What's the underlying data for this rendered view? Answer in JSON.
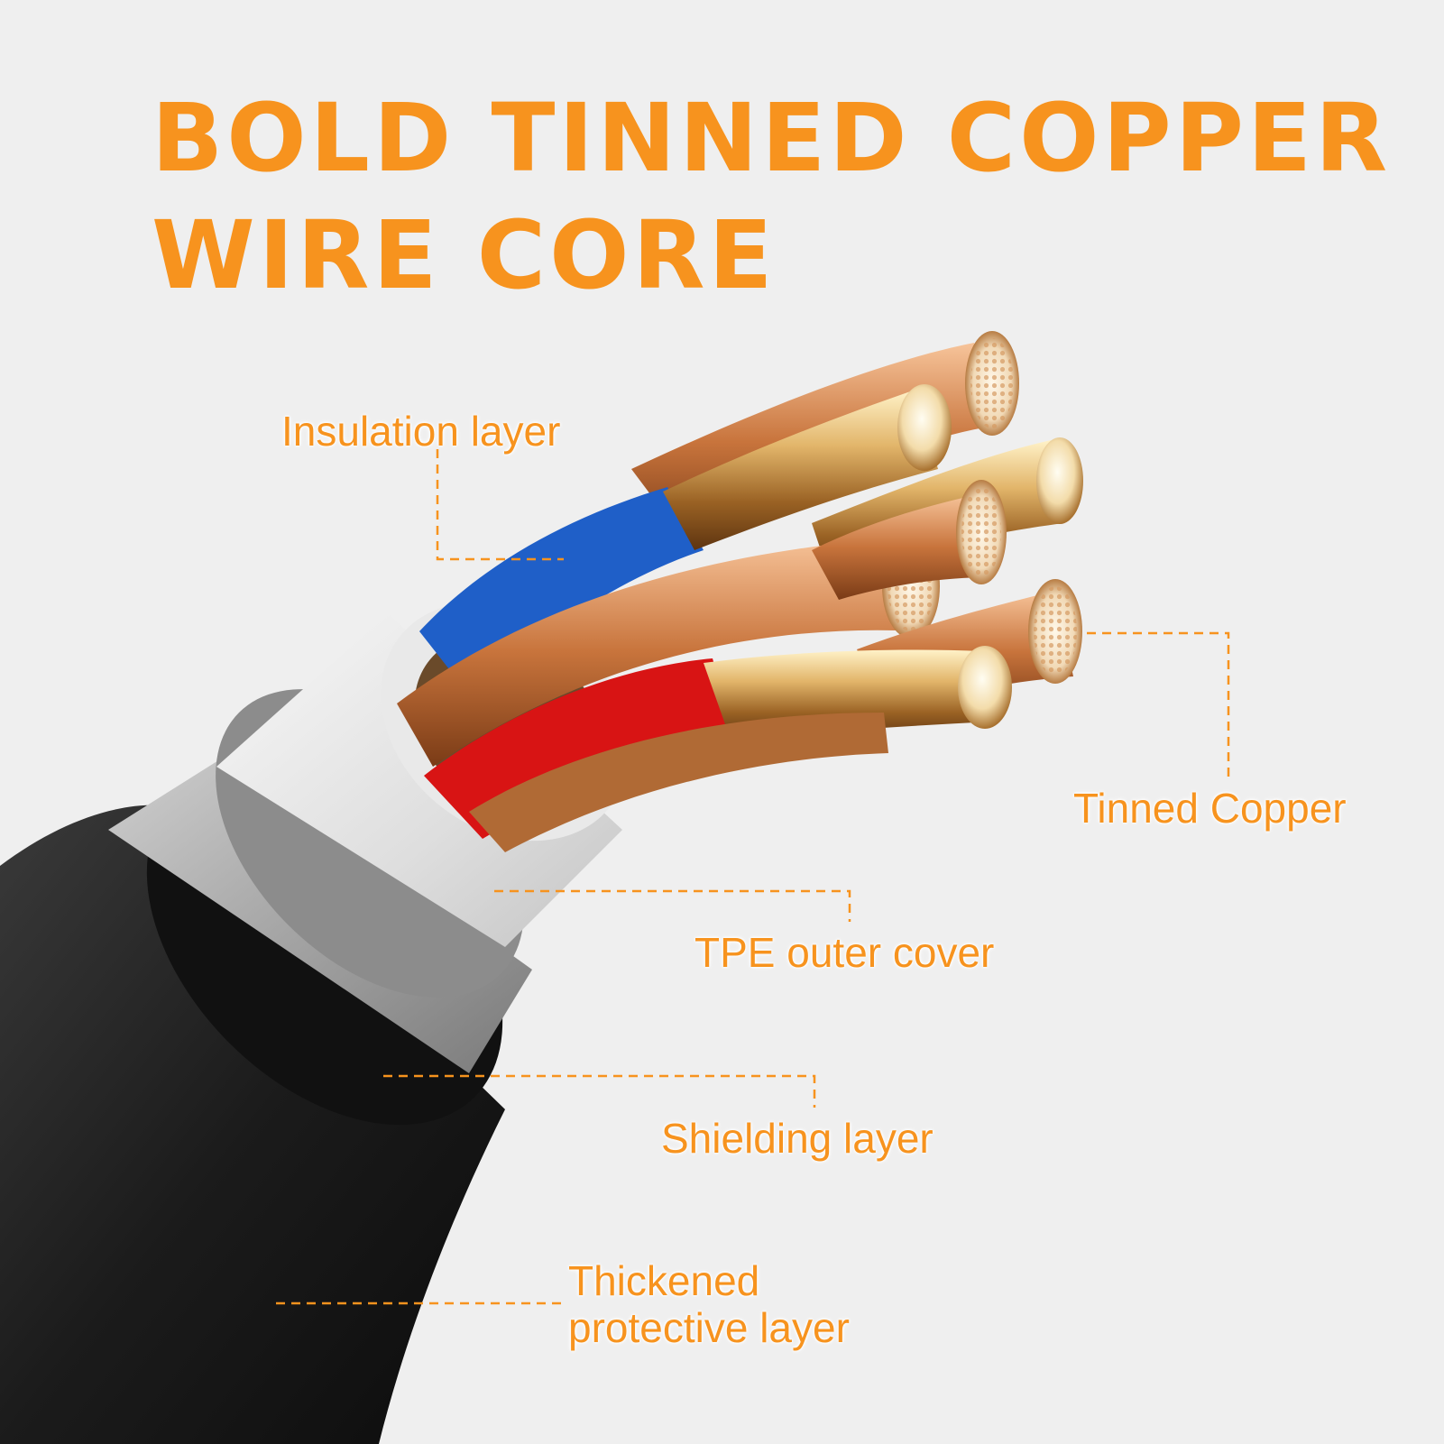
{
  "headline": {
    "line1": "BOLD TINNED COPPER",
    "line2": "WIRE CORE"
  },
  "labels": {
    "insulation": "Insulation layer",
    "tinned_copper": "Tinned Copper",
    "tpe_cover": "TPE outer cover",
    "shielding": "Shielding layer",
    "protective_line1": "Thickened",
    "protective_line2": "protective layer"
  },
  "colors": {
    "accent": "#f7931e",
    "background": "#efefef",
    "jacket": "#1a1a1a",
    "shield": "#a8a8a8",
    "tpe": "#e6e6e6",
    "insulation_blue": "#1f5fc8",
    "insulation_red": "#d81414",
    "copper": "#c8743c"
  }
}
